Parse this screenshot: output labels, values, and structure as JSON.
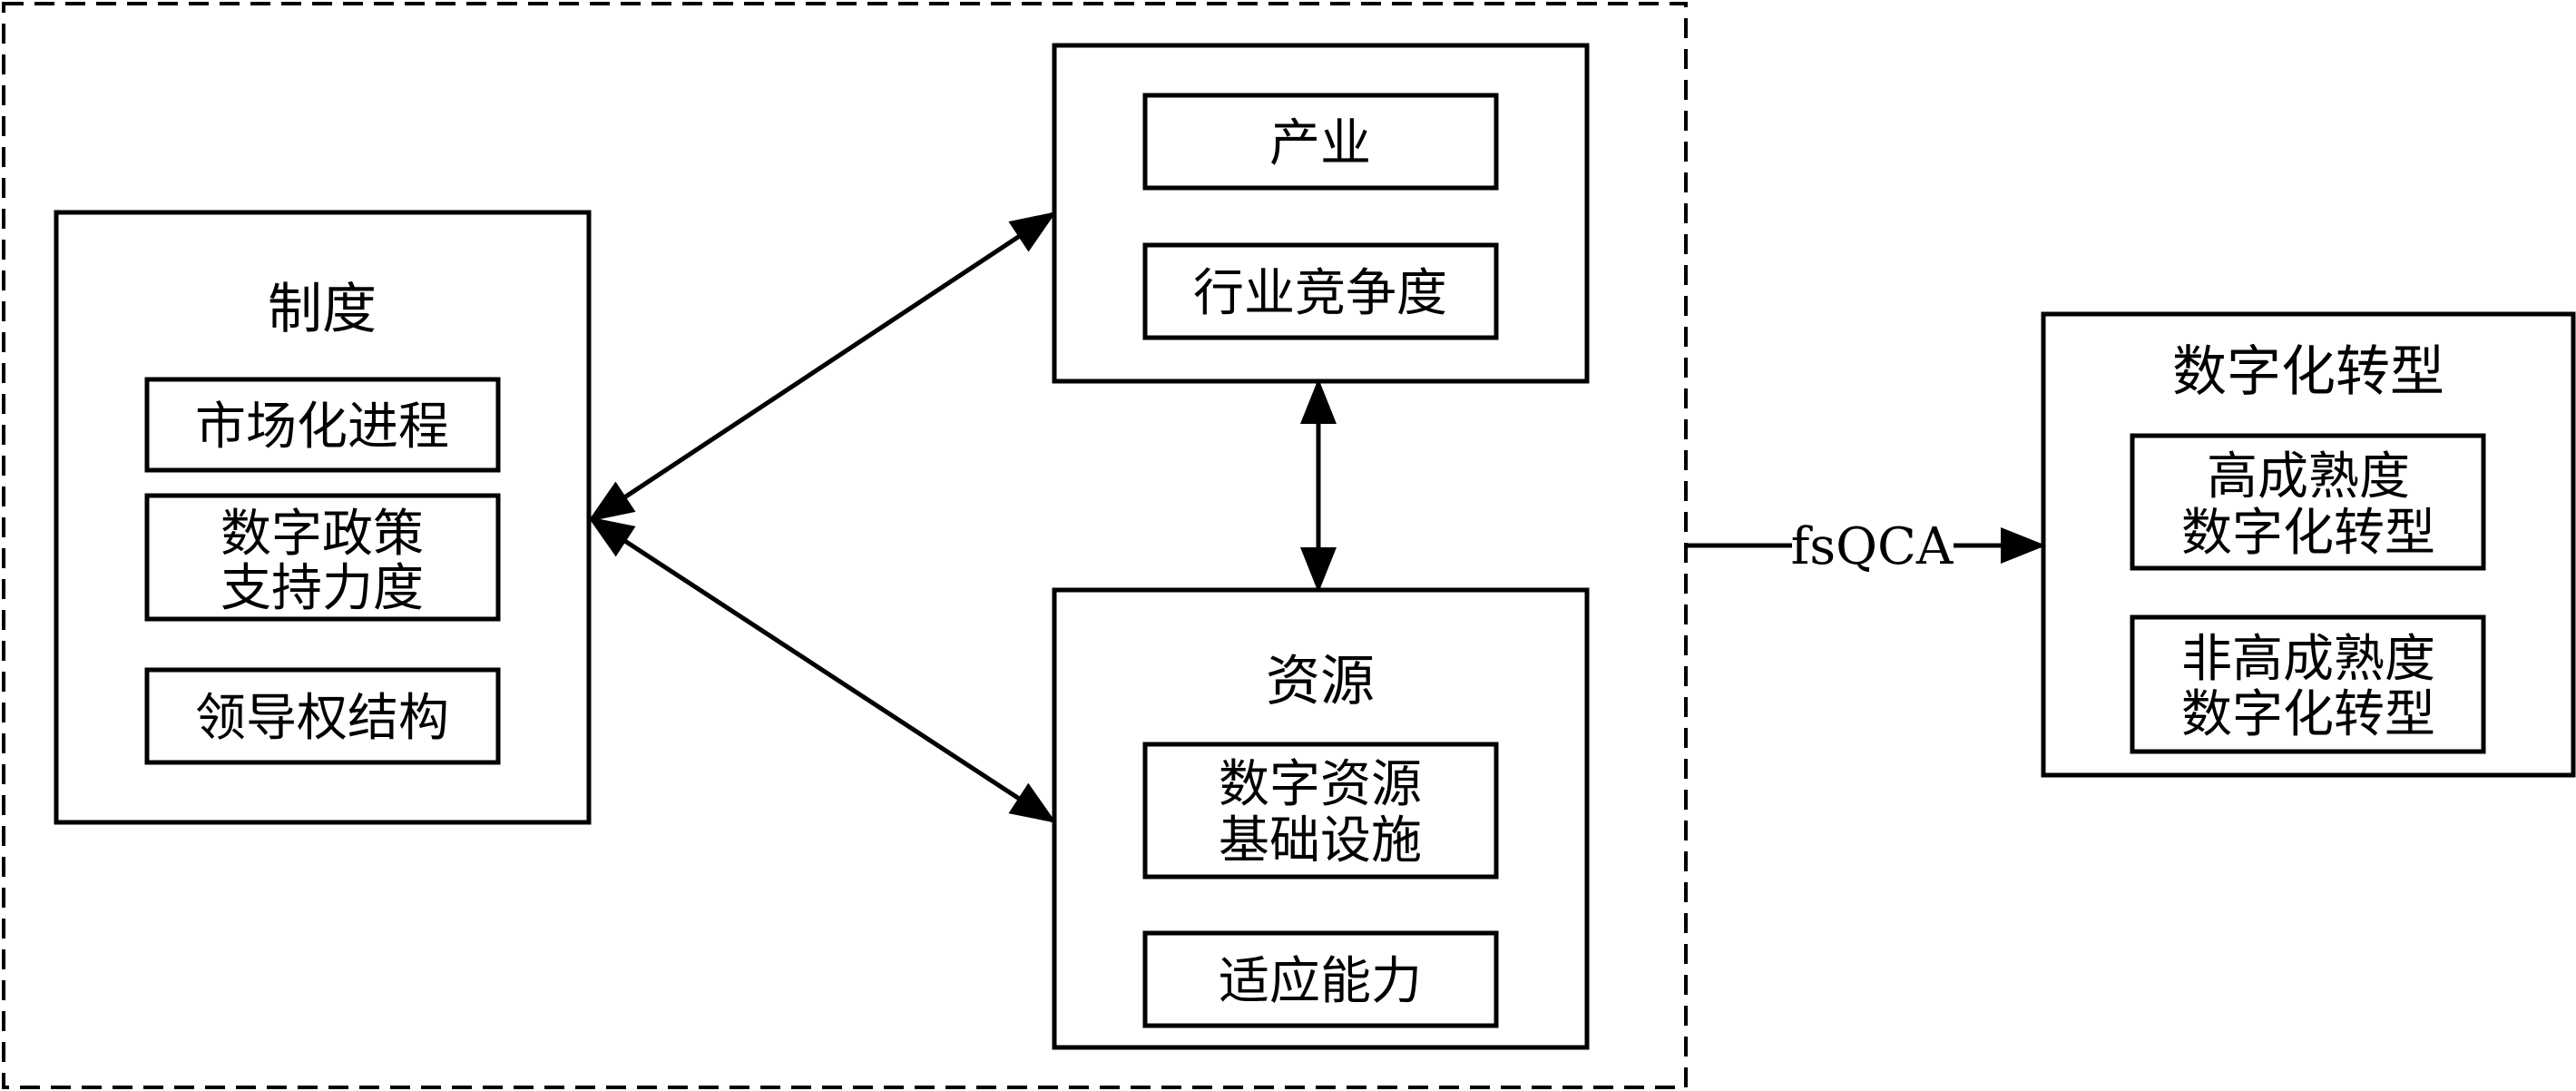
{
  "institution": {
    "title": "制度",
    "items": [
      [
        "市场化进程"
      ],
      [
        "数字政策",
        "支持力度"
      ],
      [
        "领导权结构"
      ]
    ]
  },
  "industry": {
    "title": "产业",
    "items": [
      [
        "行业竞争度"
      ]
    ]
  },
  "resource": {
    "title": "资源",
    "items": [
      [
        "数字资源",
        "基础设施"
      ],
      [
        "适应能力"
      ]
    ]
  },
  "method_label": "fsQCA",
  "outcome": {
    "title": "数字化转型",
    "items": [
      [
        "高成熟度",
        "数字化转型"
      ],
      [
        "非高成熟度",
        "数字化转型"
      ]
    ]
  }
}
